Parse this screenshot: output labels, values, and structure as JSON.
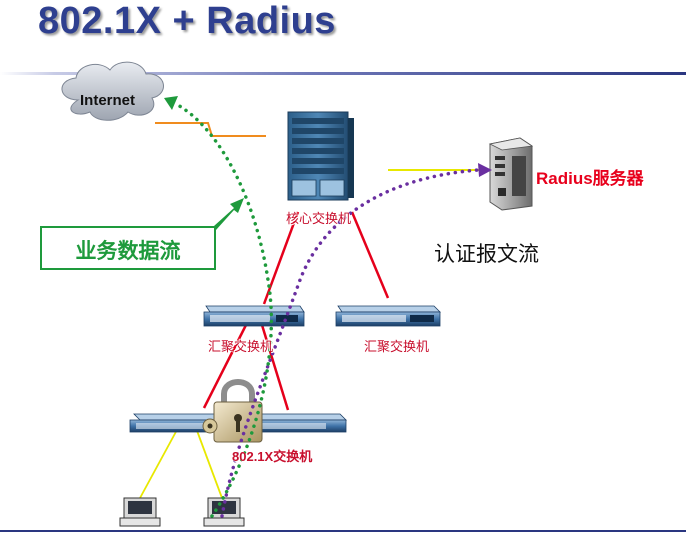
{
  "slide": {
    "title": "802.1X + Radius"
  },
  "diagram": {
    "internet_label": "Internet",
    "radius_label": "Radius服务器",
    "core_switch_label": "核心交换机",
    "agg_switch_left_label": "汇聚交换机",
    "agg_switch_right_label": "汇聚交换机",
    "access_switch_label": "802.1X交换机",
    "business_flow_label": "业务数据流",
    "auth_flow_label": "认证报文流",
    "colors": {
      "business_flow": "#1e9a3c",
      "auth_flow": "#6a2fa0",
      "uplinks": "#e5001b",
      "client_links": "#e8e800",
      "internet_link": "#f08c1e",
      "title": "#2e3f8f"
    }
  }
}
